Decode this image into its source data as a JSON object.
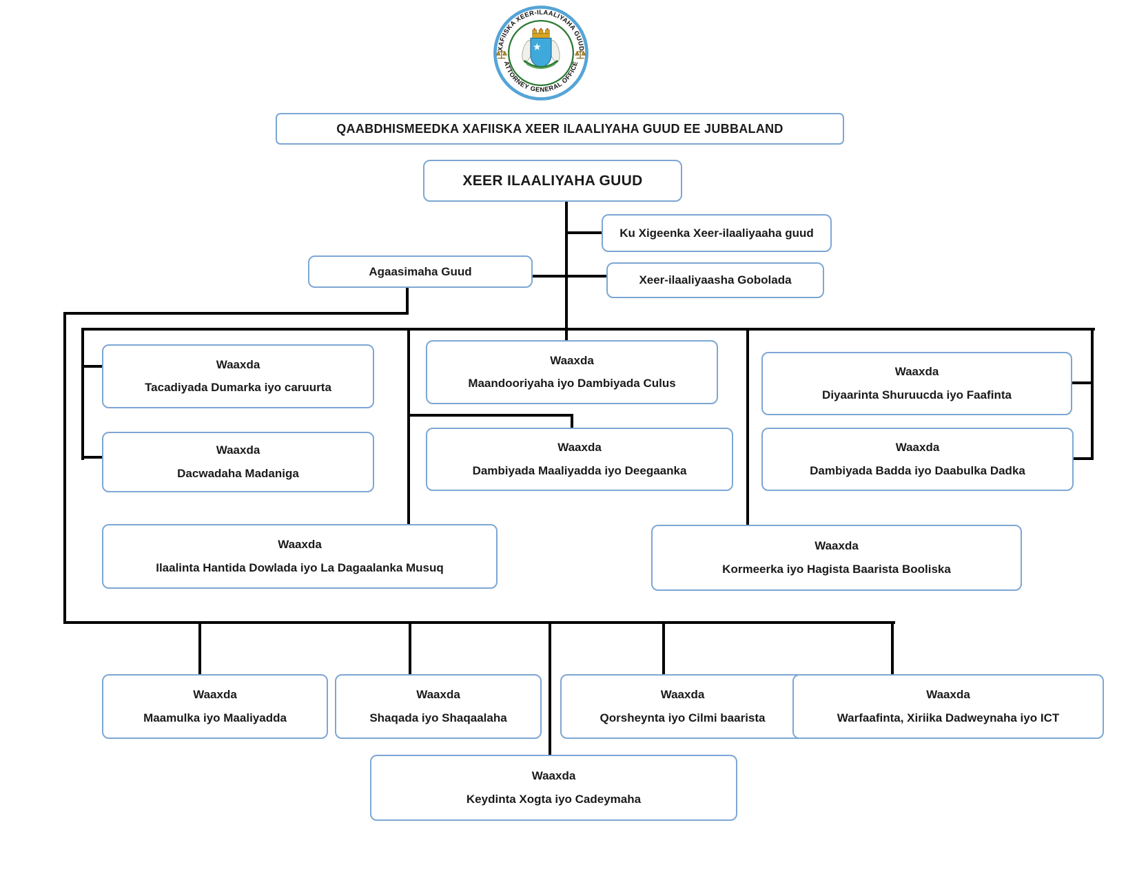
{
  "title": "QAABDHISMEEDKA XAFIISKA XEER ILAALIYAHA GUUD EE JUBBALAND",
  "logo": {
    "top_text": "XAFIISKA XEER-ILAALIYAHA GUUD",
    "bottom_text": "ATTORNEY GENERAL OFFICE",
    "outer_ring_color": "#55a4d6",
    "inner_ring_color": "#2c7a33",
    "flag_color": "#3fa9dc",
    "crown_color": "#d9a520"
  },
  "colors": {
    "box_border": "#7ca6d4",
    "connector": "#000000",
    "text": "#1a1a1a"
  },
  "nodes": {
    "root": {
      "title": "XEER ILAALIYAHA GUUD"
    },
    "deputy": {
      "title": "Ku Xigeenka Xeer-ilaaliyaaha guud"
    },
    "director_general": {
      "title": "Agaasimaha Guud"
    },
    "regional_attorneys": {
      "title": "Xeer-ilaaliyaasha Gobolada"
    },
    "tacadiyada": {
      "l1": "Waaxda",
      "l2": "Tacadiyada Dumarka iyo caruurta"
    },
    "dacwadaha": {
      "l1": "Waaxda",
      "l2": "Dacwadaha Madaniga"
    },
    "maandooriyaha": {
      "l1": "Waaxda",
      "l2": "Maandooriyaha iyo Dambiyada Culus"
    },
    "dambiyada_maaliyadda": {
      "l1": "Waaxda",
      "l2": "Dambiyada Maaliyadda iyo Deegaanka"
    },
    "diyaarinta": {
      "l1": "Waaxda",
      "l2": "Diyaarinta Shuruucda iyo Faafinta"
    },
    "dambiyada_badda": {
      "l1": "Waaxda",
      "l2": "Dambiyada Badda iyo Daabulka Dadka"
    },
    "ilaalinta": {
      "l1": "Waaxda",
      "l2": "Ilaalinta Hantida Dowlada iyo La Dagaalanka Musuq"
    },
    "kormeerka": {
      "l1": "Waaxda",
      "l2": "Kormeerka iyo Hagista Baarista Booliska"
    },
    "maamulka": {
      "l1": "Waaxda",
      "l2": "Maamulka iyo Maaliyadda"
    },
    "shaqada": {
      "l1": "Waaxda",
      "l2": "Shaqada iyo Shaqaalaha"
    },
    "qorsheynta": {
      "l1": "Waaxda",
      "l2": "Qorsheynta iyo Cilmi baarista"
    },
    "warfaafinta": {
      "l1": "Waaxda",
      "l2": "Warfaafinta, Xiriika Dadweynaha iyo ICT"
    },
    "keydinta": {
      "l1": "Waaxda",
      "l2": "Keydinta Xogta iyo Cadeymaha"
    }
  },
  "edges": [
    [
      "root",
      "deputy"
    ],
    [
      "root",
      "regional_attorneys"
    ],
    [
      "root",
      "director_general"
    ],
    [
      "director_general",
      "tacadiyada"
    ],
    [
      "director_general",
      "dacwadaha"
    ],
    [
      "director_general",
      "maandooriyaha"
    ],
    [
      "director_general",
      "dambiyada_maaliyadda"
    ],
    [
      "director_general",
      "diyaarinta"
    ],
    [
      "director_general",
      "dambiyada_badda"
    ],
    [
      "director_general",
      "ilaalinta"
    ],
    [
      "director_general",
      "kormeerka"
    ],
    [
      "director_general",
      "maamulka"
    ],
    [
      "director_general",
      "shaqada"
    ],
    [
      "director_general",
      "qorsheynta"
    ],
    [
      "director_general",
      "warfaafinta"
    ],
    [
      "director_general",
      "keydinta"
    ]
  ]
}
